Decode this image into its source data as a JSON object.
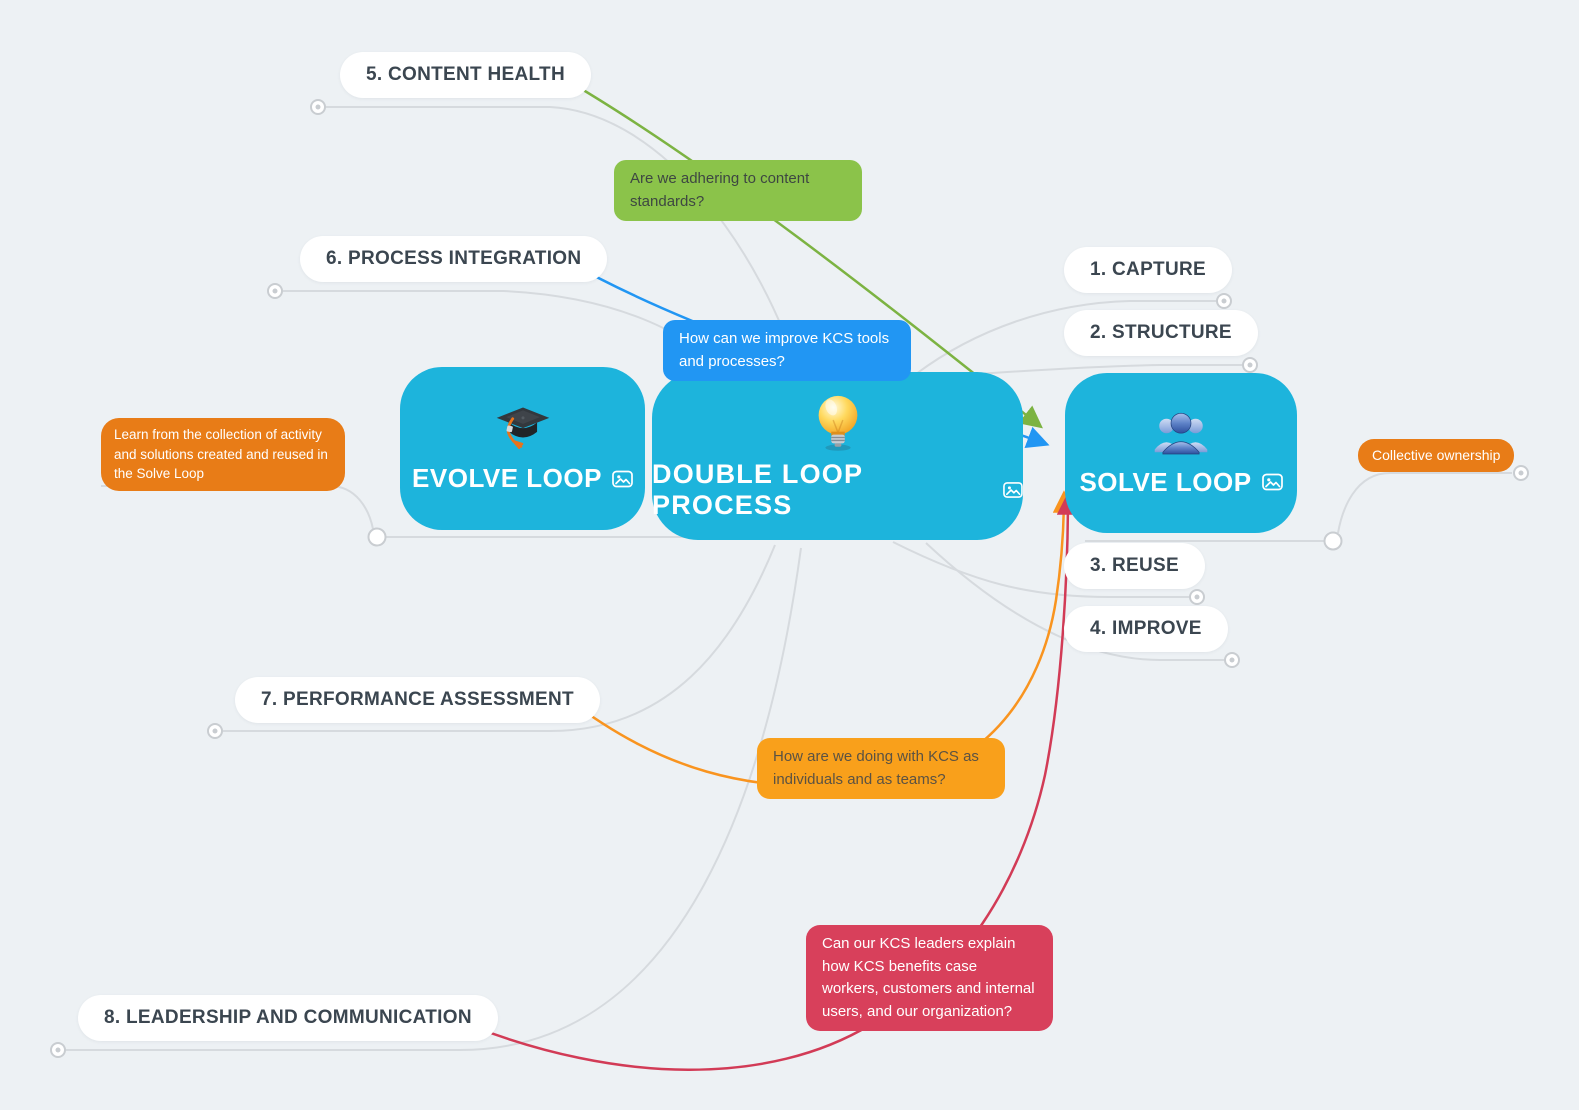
{
  "map_title": "DOUBLE LOOP PROCESS",
  "palette": {
    "background": "#edf1f4",
    "node_cyan": "#1db4dc",
    "pill_text": "#3b4650",
    "connector_gray": "#d6dade",
    "green": "#8bc34a",
    "line_green": "#7cb342",
    "blue": "#2196f3",
    "deep_orange": "#e87c17",
    "amber": "#f9a01b",
    "line_orange": "#f9941f",
    "red": "#d8405b",
    "line_red": "#d23b56"
  },
  "central_node": {
    "label": "DOUBLE LOOP PROCESS",
    "icon": "lightbulb"
  },
  "evolve_node": {
    "label": "EVOLVE LOOP",
    "icon": "graduation-cap"
  },
  "solve_node": {
    "label": "SOLVE LOOP",
    "icon": "busts-in-silhouette"
  },
  "topics": [
    {
      "label": "1. CAPTURE"
    },
    {
      "label": "2. STRUCTURE"
    },
    {
      "label": "3. REUSE"
    },
    {
      "label": "4. IMPROVE"
    },
    {
      "label": "5. CONTENT HEALTH"
    },
    {
      "label": "6. PROCESS INTEGRATION"
    },
    {
      "label": "7. PERFORMANCE ASSESSMENT"
    },
    {
      "label": "8. LEADERSHIP AND COMMUNICATION"
    }
  ],
  "notes": {
    "content_health": {
      "text": "Are we adhering to content standards?"
    },
    "process_integration": {
      "text": "How can we improve KCS tools and processes?"
    },
    "evolve": {
      "text": "Learn from the collection of activity and solutions created and reused in the Solve Loop"
    },
    "solve": {
      "text": "Collective ownership"
    },
    "performance": {
      "text": "How are we doing with KCS as individuals and as teams?"
    },
    "leadership": {
      "text": "Can our KCS leaders explain how KCS benefits case workers, customers and internal users, and our organization?"
    }
  }
}
